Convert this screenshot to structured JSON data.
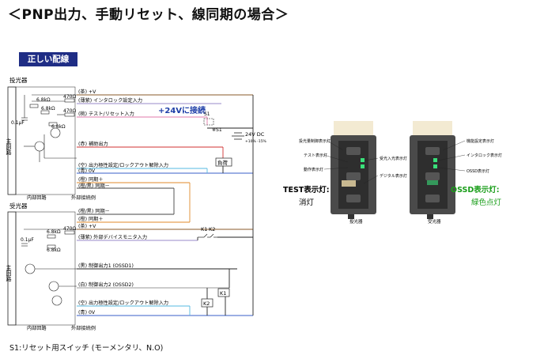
{
  "title": "＜PNP出力、手動リセット、線同期の場合＞",
  "badge": "正しい配線",
  "emitter": {
    "label": "投光器",
    "main_circuit": "主回路",
    "resistors": [
      "6.8kΩ",
      "6.8kΩ",
      "6.8kΩ",
      "470Ω",
      "470Ω"
    ],
    "capacitor": "0.1μF",
    "wires": [
      "(茶) +V",
      "(薄紫) インタロック設定入力",
      "(桃) テスト/リセット入力",
      "(赤) 補助出力",
      "(空) 出力極性設定/ロックアウト解除入力",
      "(青) 0V",
      "(橙) 同期＋",
      "(橙/黒) 同期－"
    ],
    "internal_circuit": "内部回路",
    "external_wiring": "外部接続例"
  },
  "annotation_24v": "+24Vに接続",
  "switch_label": "S1",
  "switch_note": "※S1",
  "power": {
    "label": "24V DC",
    "tolerance": "+10%\n-15%"
  },
  "load_label": "負荷",
  "receiver": {
    "label": "受光器",
    "main_circuit": "主回路",
    "resistors": [
      "6.8kΩ",
      "6.8kΩ",
      "470Ω"
    ],
    "capacitor": "0.1μF",
    "wires": [
      "(橙/黒) 同期－",
      "(橙) 同期＋",
      "(茶) +V",
      "(薄紫) 外部デバイスモニタ入力",
      "(黒) 制御出力1 (OSSD1)",
      "(白) 制御出力2 (OSSD2)",
      "(空) 出力極性設定/ロックアウト解除入力",
      "(青) 0V"
    ],
    "relay_contacts": [
      "K1",
      "K2"
    ],
    "relays": [
      "K1",
      "K2"
    ],
    "internal_circuit": "内部回路",
    "external_wiring": "外部接続例"
  },
  "device_emitter": {
    "caption": "投光器",
    "labels": [
      "投光量制御表示灯",
      "テスト表示灯",
      "動作表示灯"
    ],
    "right_labels": [
      "受光入光表示灯",
      "デジタル表示灯"
    ],
    "callout_title": "TEST表示灯:",
    "callout_status": "消灯"
  },
  "device_receiver": {
    "caption": "受光器",
    "labels": [
      "機能設定表示灯",
      "インタロック表示灯",
      "OSSD表示灯"
    ],
    "callout_title": "OSSD表示灯:",
    "callout_status": "緑色点灯"
  },
  "footnote": "S1:リセット用スイッチ (モーメンタリ、N.O)",
  "colors": {
    "badge_bg": "#1f2d85",
    "annotation": "#1f3fa8",
    "ossd_green": "#1a9e1a",
    "led_green": "#39e07a",
    "wire_pink": "#e07aa8",
    "wire_orange": "#e08a2a",
    "wire_blue": "#3a5fc8",
    "wire_red": "#d03030"
  }
}
